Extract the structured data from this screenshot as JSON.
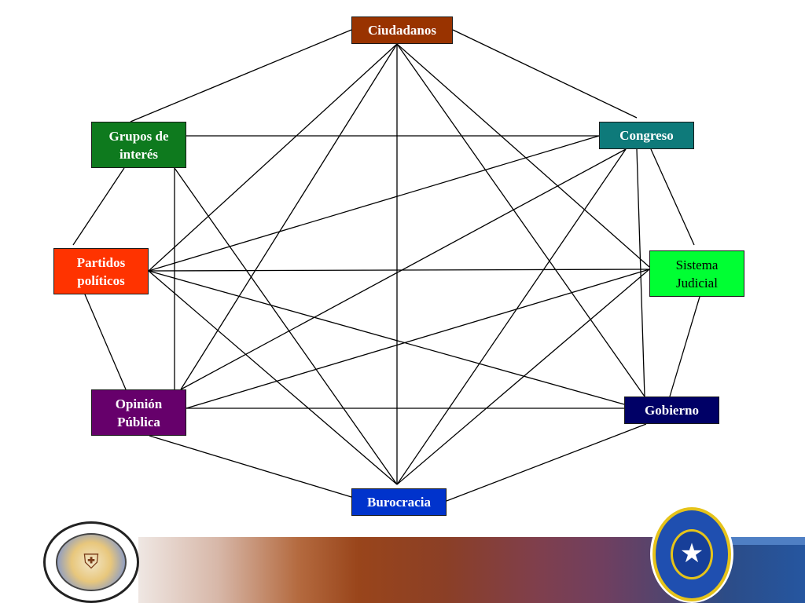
{
  "diagram": {
    "nodes": [
      {
        "id": "ciudadanos",
        "label": "Ciudadanos",
        "color": "#993300",
        "text_color": "#ffffff",
        "bold": true
      },
      {
        "id": "congreso",
        "label": "Congreso",
        "color": "#0e7a7a",
        "text_color": "#ffffff",
        "bold": true
      },
      {
        "id": "grupos",
        "label": "Grupos de\ninterés",
        "color": "#0e7a1e",
        "text_color": "#ffffff",
        "bold": true
      },
      {
        "id": "partidos",
        "label": "Partidos\npolíticos",
        "color": "#ff3300",
        "text_color": "#ffffff",
        "bold": true
      },
      {
        "id": "sistema",
        "label": "Sistema\nJudicial",
        "color": "#00ff33",
        "text_color": "#000000",
        "bold": false
      },
      {
        "id": "opinion",
        "label": "Opinión\nPública",
        "color": "#66006b",
        "text_color": "#ffffff",
        "bold": true
      },
      {
        "id": "gobierno",
        "label": "Gobierno",
        "color": "#000066",
        "text_color": "#ffffff",
        "bold": true
      },
      {
        "id": "burocracia",
        "label": "Burocracia",
        "color": "#0033cc",
        "text_color": "#ffffff",
        "bold": true
      }
    ],
    "edges": [
      [
        "ciudadanos",
        "grupos"
      ],
      [
        "ciudadanos",
        "congreso"
      ],
      [
        "ciudadanos",
        "burocracia"
      ],
      [
        "ciudadanos",
        "partidos"
      ],
      [
        "ciudadanos",
        "opinion"
      ],
      [
        "ciudadanos",
        "sistema"
      ],
      [
        "ciudadanos",
        "gobierno"
      ],
      [
        "grupos",
        "congreso"
      ],
      [
        "grupos",
        "partidos"
      ],
      [
        "grupos",
        "opinion"
      ],
      [
        "grupos",
        "burocracia"
      ],
      [
        "congreso",
        "sistema"
      ],
      [
        "congreso",
        "partidos"
      ],
      [
        "congreso",
        "opinion"
      ],
      [
        "congreso",
        "gobierno"
      ],
      [
        "congreso",
        "burocracia"
      ],
      [
        "partidos",
        "sistema"
      ],
      [
        "partidos",
        "opinion"
      ],
      [
        "partidos",
        "gobierno"
      ],
      [
        "partidos",
        "burocracia"
      ],
      [
        "sistema",
        "opinion"
      ],
      [
        "sistema",
        "gobierno"
      ],
      [
        "sistema",
        "burocracia"
      ],
      [
        "opinion",
        "gobierno"
      ],
      [
        "opinion",
        "burocracia"
      ],
      [
        "gobierno",
        "burocracia"
      ]
    ],
    "line_color": "#000000"
  },
  "footer": {
    "logo_left": "university-seal",
    "logo_right": "escuela-trabajo-social-seal",
    "logo_right_symbol": "★"
  }
}
